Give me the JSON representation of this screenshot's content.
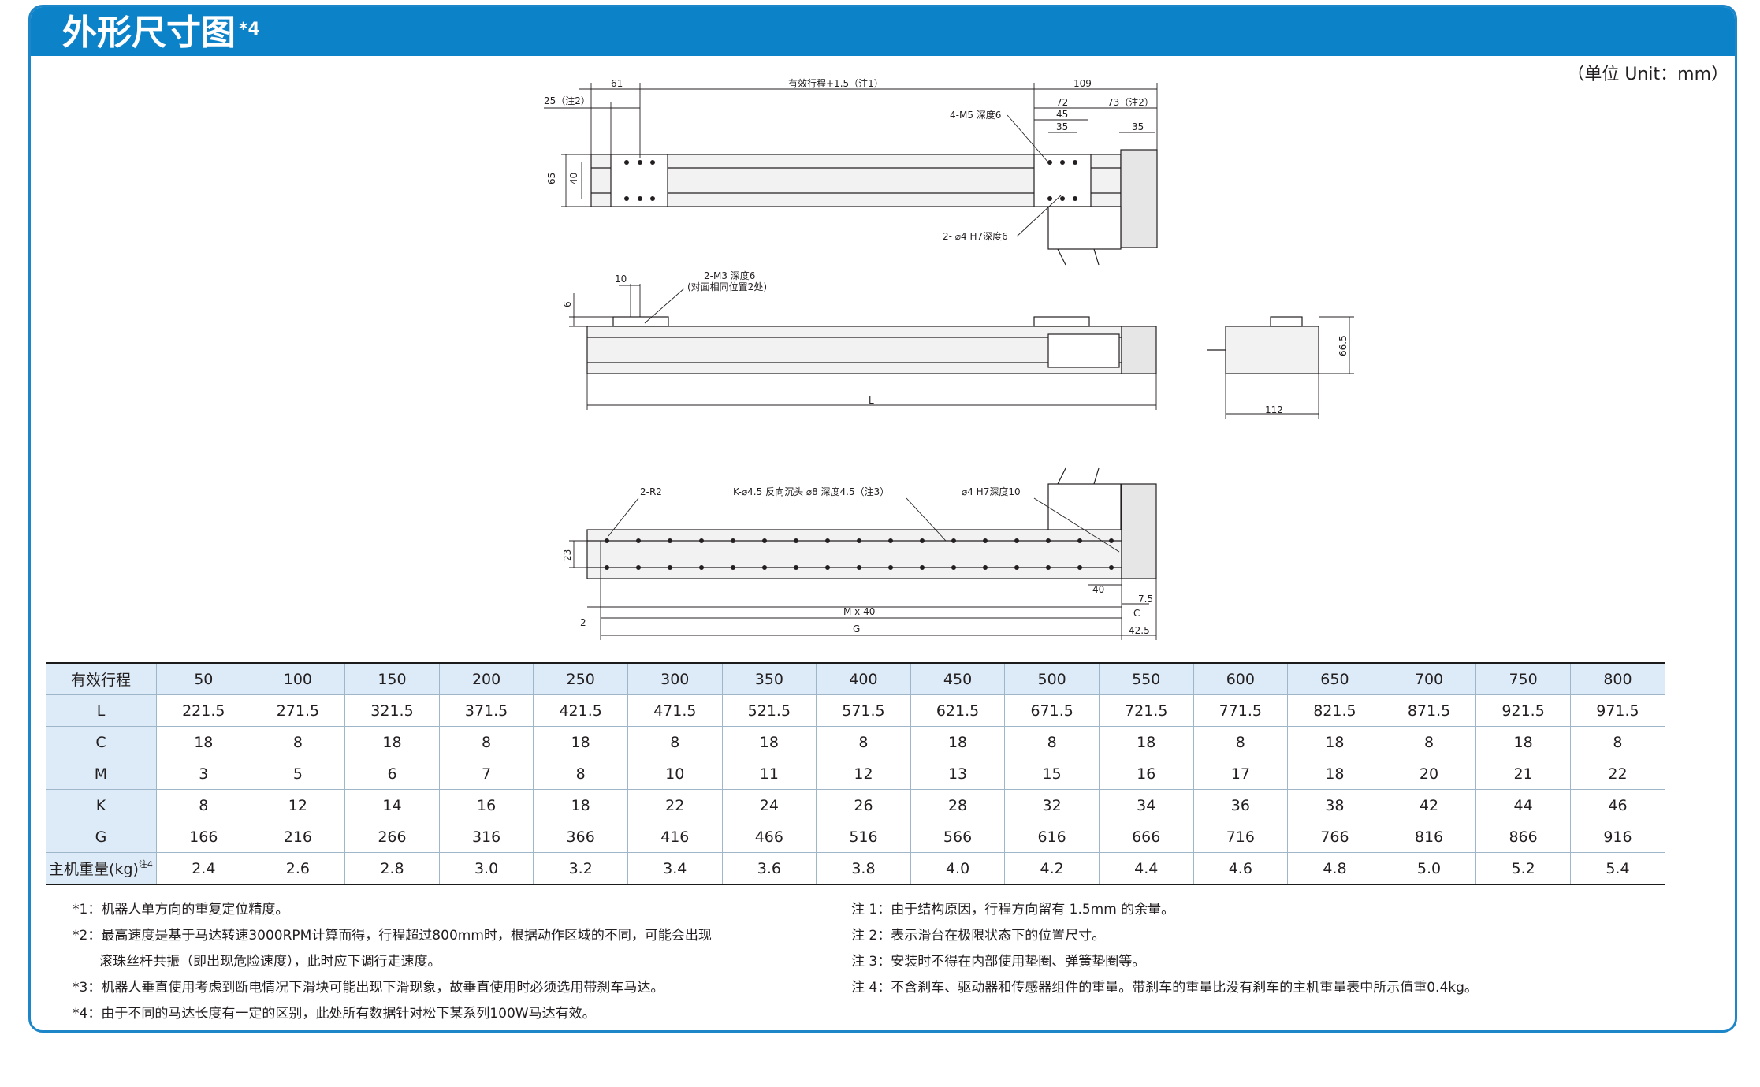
{
  "title": "外形尺寸图",
  "title_sup": "*4",
  "unit_label": "（单位 Unit：mm）",
  "drawing": {
    "top_view": {
      "dim_25": "25（注2）",
      "dim_61": "61",
      "dim_stroke": "有效行程+1.5（注1）",
      "dim_109": "109",
      "dim_72": "72",
      "dim_73": "73（注2）",
      "dim_45": "45",
      "dim_35a": "35",
      "dim_35b": "35",
      "dim_65": "65",
      "dim_40": "40",
      "callout_m5": "4-M5 深度6",
      "callout_h7": "2- ⌀4 H7深度6"
    },
    "side_view": {
      "dim_10": "10",
      "dim_6": "6",
      "callout_m3": "2-M3 深度6",
      "callout_m3_sub": "(对面相同位置2处)",
      "dim_L": "L",
      "dim_66_5": "66.5",
      "dim_112": "112"
    },
    "bottom_view": {
      "callout_r2": "2-R2",
      "callout_k": "K-⌀4.5 反向沉头 ⌀8 深度4.5（注3）",
      "callout_h7_10": "⌀4 H7深度10",
      "dim_23": "23",
      "dim_40": "40",
      "dim_7_5": "7.5",
      "dim_C": "C",
      "dim_2": "2",
      "dim_Mx40": "M x 40",
      "dim_G": "G",
      "dim_42_5": "42.5"
    }
  },
  "table": {
    "rows": [
      {
        "label": "有效行程",
        "values": [
          "50",
          "100",
          "150",
          "200",
          "250",
          "300",
          "350",
          "400",
          "450",
          "500",
          "550",
          "600",
          "650",
          "700",
          "750",
          "800"
        ]
      },
      {
        "label": "L",
        "values": [
          "221.5",
          "271.5",
          "321.5",
          "371.5",
          "421.5",
          "471.5",
          "521.5",
          "571.5",
          "621.5",
          "671.5",
          "721.5",
          "771.5",
          "821.5",
          "871.5",
          "921.5",
          "971.5"
        ]
      },
      {
        "label": "C",
        "values": [
          "18",
          "8",
          "18",
          "8",
          "18",
          "8",
          "18",
          "8",
          "18",
          "8",
          "18",
          "8",
          "18",
          "8",
          "18",
          "8"
        ]
      },
      {
        "label": "M",
        "values": [
          "3",
          "5",
          "6",
          "7",
          "8",
          "10",
          "11",
          "12",
          "13",
          "15",
          "16",
          "17",
          "18",
          "20",
          "21",
          "22"
        ]
      },
      {
        "label": "K",
        "values": [
          "8",
          "12",
          "14",
          "16",
          "18",
          "22",
          "24",
          "26",
          "28",
          "32",
          "34",
          "36",
          "38",
          "42",
          "44",
          "46"
        ]
      },
      {
        "label": "G",
        "values": [
          "166",
          "216",
          "266",
          "316",
          "366",
          "416",
          "466",
          "516",
          "566",
          "616",
          "666",
          "716",
          "766",
          "816",
          "866",
          "916"
        ]
      },
      {
        "label": "主机重量(kg)",
        "label_sup": "注4",
        "values": [
          "2.4",
          "2.6",
          "2.8",
          "3.0",
          "3.2",
          "3.4",
          "3.6",
          "3.8",
          "4.0",
          "4.2",
          "4.4",
          "4.6",
          "4.8",
          "5.0",
          "5.2",
          "5.4"
        ]
      }
    ]
  },
  "notes_left": [
    "*1：机器人单方向的重复定位精度。",
    "*2：最高速度是基于马达转速3000RPM计算而得，行程超过800mm时，根据动作区域的不同，可能会出现",
    "滚珠丝杆共振（即出现危险速度），此时应下调行走速度。",
    "*3：机器人垂直使用考虑到断电情况下滑块可能出现下滑现象，故垂直使用时必须选用带刹车马达。",
    "*4：由于不同的马达长度有一定的区别，此处所有数据针对松下某系列100W马达有效。"
  ],
  "notes_right": [
    "注 1：由于结构原因，行程方向留有 1.5mm 的余量。",
    "注 2：表示滑台在极限状态下的位置尺寸。",
    "注 3：安装时不得在内部使用垫圈、弹簧垫圈等。",
    "注 4：不含刹车、驱动器和传感器组件的重量。带刹车的重量比没有刹车的主机重量表中所示值重0.4kg。"
  ]
}
